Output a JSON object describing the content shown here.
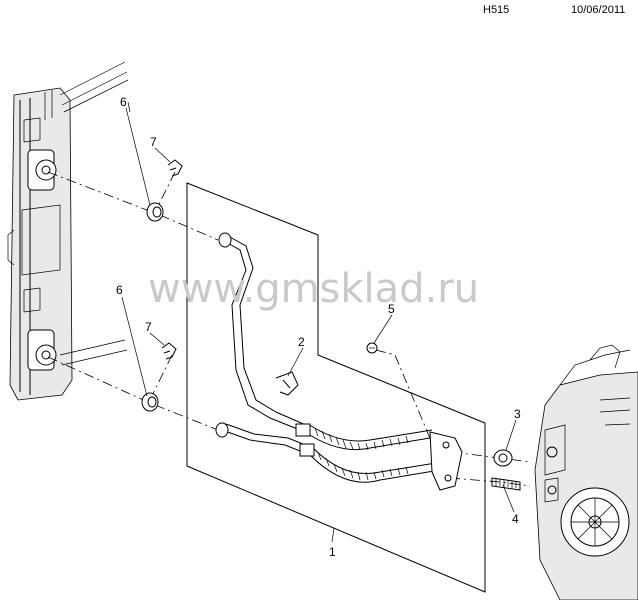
{
  "header": {
    "code": "H515",
    "date": "10/06/2011"
  },
  "watermark": {
    "text": "www.gmsklad.ru"
  },
  "callouts": [
    {
      "id": "c1",
      "label": "1"
    },
    {
      "id": "c2",
      "label": "2"
    },
    {
      "id": "c3",
      "label": "3"
    },
    {
      "id": "c4",
      "label": "4"
    },
    {
      "id": "c5",
      "label": "5"
    },
    {
      "id": "c6a",
      "label": "6"
    },
    {
      "id": "c6b",
      "label": "6"
    },
    {
      "id": "c7a",
      "label": "7"
    },
    {
      "id": "c7b",
      "label": "7"
    }
  ]
}
